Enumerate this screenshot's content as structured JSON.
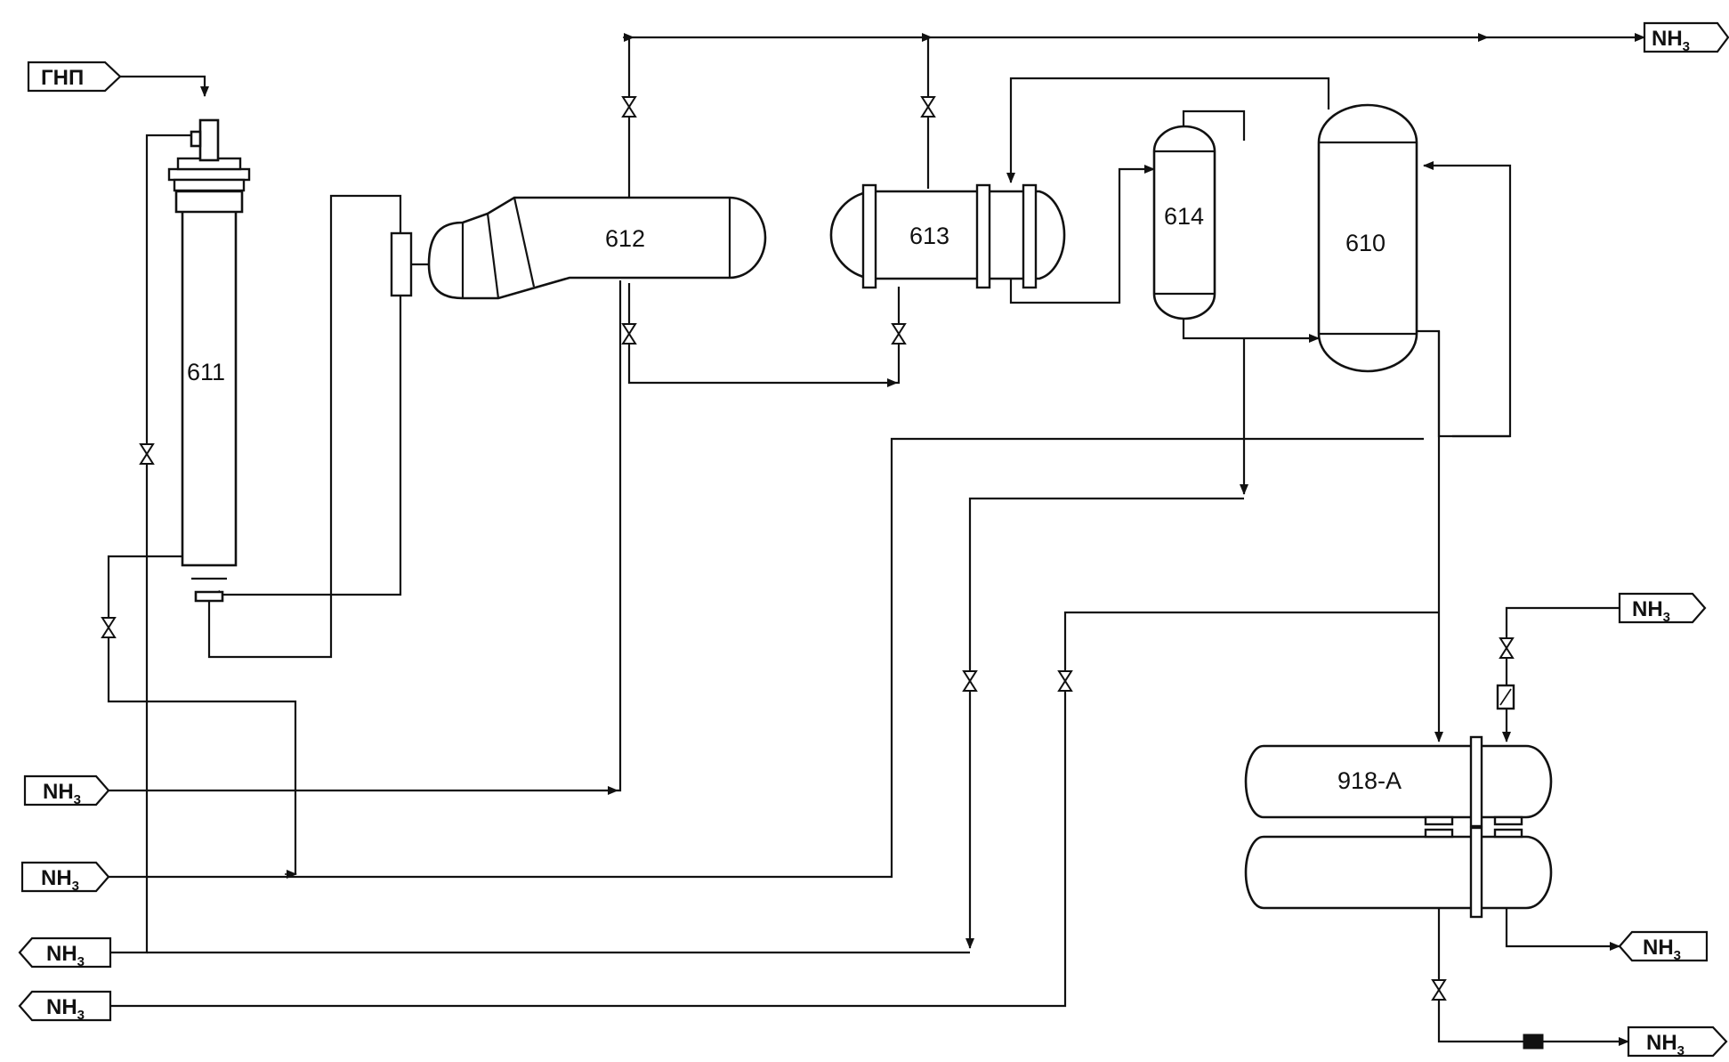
{
  "equipment": {
    "e611": "611",
    "e612": "612",
    "e613": "613",
    "e614": "614",
    "e610": "610",
    "e918a": "918-A"
  },
  "streams": {
    "gnp_in": "ГНП",
    "nh3_formula": "NH",
    "nh3_subscript": "3"
  }
}
